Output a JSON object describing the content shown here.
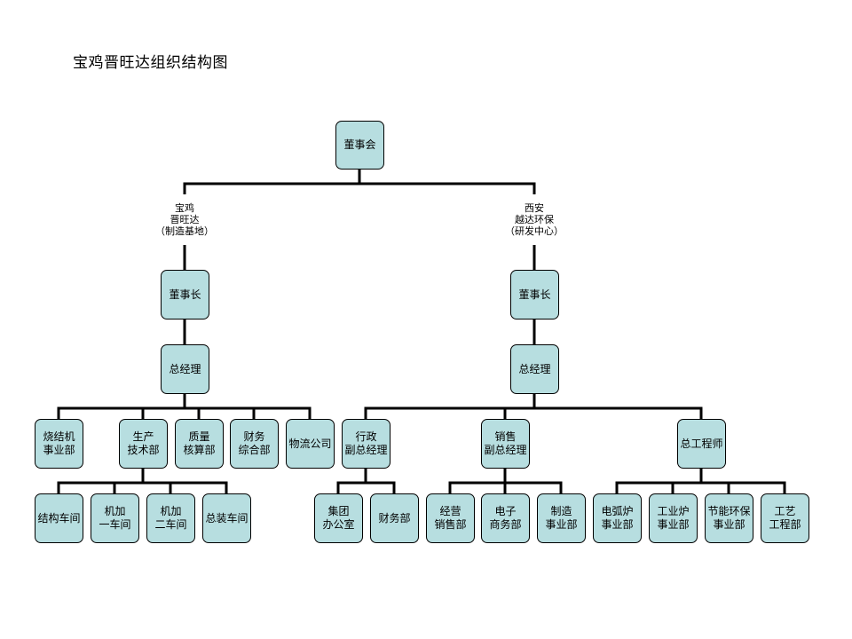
{
  "title": "宝鸡晋旺达组织结构图",
  "colors": {
    "box_fill": "#b7dee0",
    "line": "#000000"
  },
  "nodes": {
    "board": "董事会",
    "baoji": "宝鸡\n晋旺达\n（制造基地）",
    "xian": "西安\n越达环保\n（研发中心）",
    "chair_l": "董事长",
    "chair_r": "董事长",
    "gm_l": "总经理",
    "gm_r": "总经理",
    "sinter": "烧结机\n事业部",
    "prodtech": "生产\n技术部",
    "quality": "质量\n核算部",
    "finance_l": "财务\n综合部",
    "logistics": "物流公司",
    "admin_vp": "行政\n副总经理",
    "sales_vp": "销售\n副总经理",
    "chief_eng": "总工程师",
    "struct_ws": "结构车间",
    "mach1": "机加\n一车间",
    "mach2": "机加\n二车间",
    "assembly": "总装车间",
    "group_office": "集团\n办公室",
    "finance_r": "财务部",
    "ops_sales": "经营\n销售部",
    "ecommerce": "电子\n商务部",
    "manuf": "制造\n事业部",
    "arc": "电弧炉\n事业部",
    "ind_furnace": "工业炉\n事业部",
    "eco": "节能环保\n事业部",
    "craft": "工艺\n工程部"
  }
}
